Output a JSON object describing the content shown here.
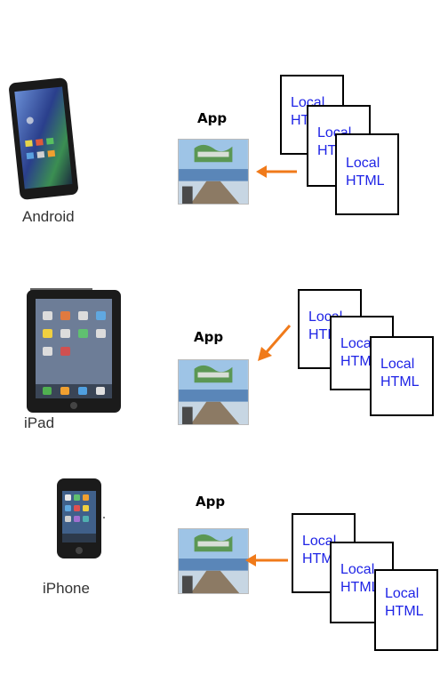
{
  "devices": [
    {
      "label": "Android",
      "app_label": "App",
      "doc_labels": [
        "Local HTML",
        "Local HTML",
        "Local HTML"
      ]
    },
    {
      "label": "iPad",
      "app_label": "App",
      "doc_labels": [
        "Local HTML",
        "Local HTML",
        "Local HTML"
      ]
    },
    {
      "label": "iPhone",
      "app_label": "App",
      "doc_labels": [
        "Local HTML",
        "Local HTML",
        "Local HTML"
      ]
    }
  ],
  "colors": {
    "arrow": "#f07a1a",
    "doc_text": "#1f24e6",
    "doc_border": "#000000"
  },
  "icons": [
    "android-tablet-icon",
    "ipad-icon",
    "iphone-icon",
    "app-thumbnail-icon"
  ]
}
